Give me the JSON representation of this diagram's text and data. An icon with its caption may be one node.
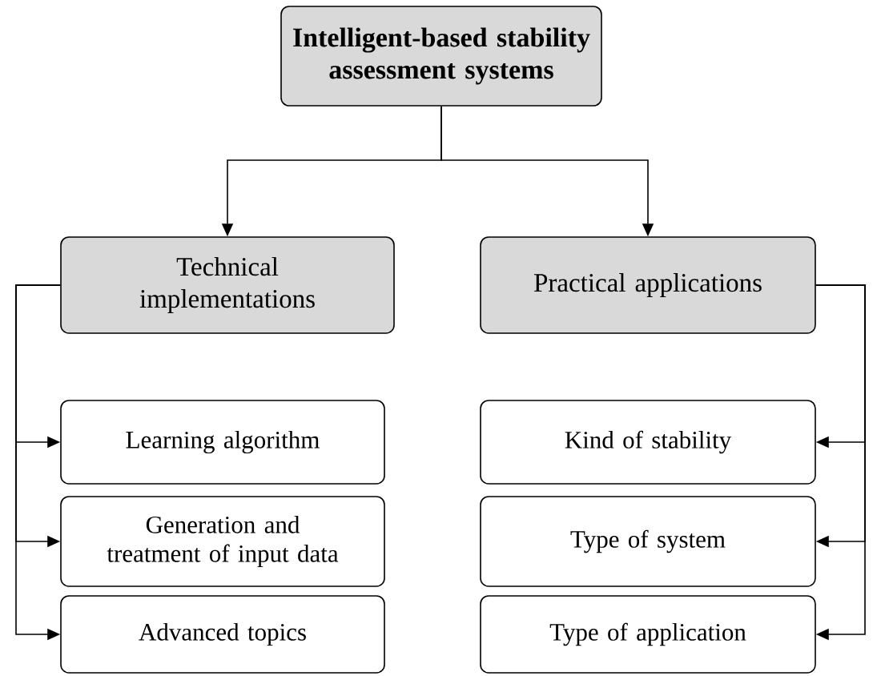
{
  "diagram": {
    "nodes": [
      {
        "text": [
          "Intelligent-based stability assessment systems"
        ]
      },
      {
        "text": [
          "Technical implementations"
        ]
      },
      {
        "text": [
          "Practical applications"
        ]
      },
      {
        "text": [
          "Learning algorithm"
        ]
      },
      {
        "text": [
          "Generation and treatment of input data"
        ]
      },
      {
        "text": [
          "Advanced topics"
        ]
      },
      {
        "text": [
          "Kind of stability"
        ]
      },
      {
        "text": [
          "Type of system"
        ]
      },
      {
        "text": [
          "Type of application"
        ]
      }
    ],
    "edges": [
      {
        "from": 0,
        "to": 1,
        "arrow": "to"
      },
      {
        "from": 0,
        "to": 2,
        "arrow": "to"
      },
      {
        "from": 1,
        "to": 3,
        "arrow": "to"
      },
      {
        "from": 1,
        "to": 4,
        "arrow": "to"
      },
      {
        "from": 1,
        "to": 5,
        "arrow": "to"
      },
      {
        "from": 2,
        "to": 6,
        "arrow": "to"
      },
      {
        "from": 2,
        "to": 7,
        "arrow": "to"
      },
      {
        "from": 2,
        "to": 8,
        "arrow": "to"
      }
    ]
  }
}
